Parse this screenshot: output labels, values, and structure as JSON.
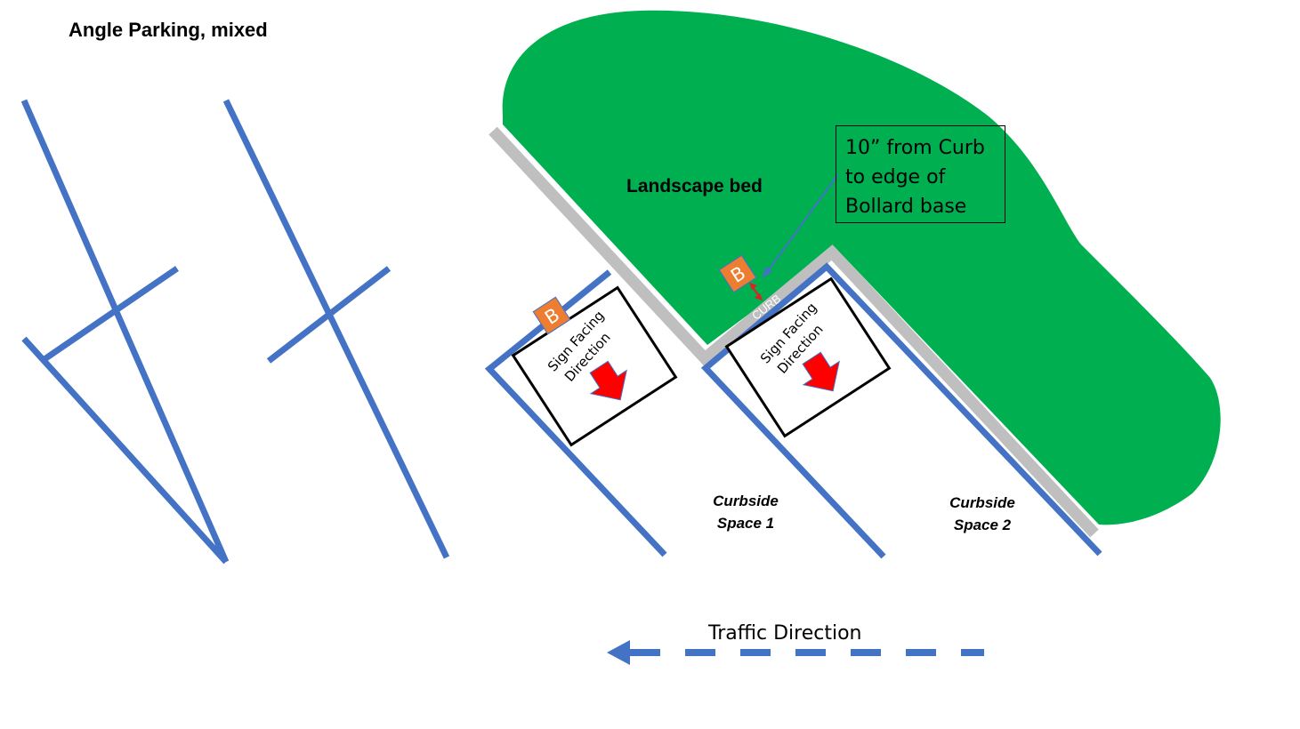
{
  "title": "Angle Parking, mixed",
  "landscape_label": "Landscape bed",
  "callout": {
    "lines": [
      "10” from Curb",
      "to edge of",
      "Bollard base"
    ]
  },
  "curb_label": "CURB",
  "bollard_letter": "B",
  "sign": {
    "line1": "Sign Facing",
    "line2": "Direction"
  },
  "spaces": [
    {
      "line1": "Curbside",
      "line2": "Space 1"
    },
    {
      "line1": "Curbside",
      "line2": "Space 2"
    }
  ],
  "traffic_label": "Traffic Direction",
  "colors": {
    "line": "#4472C4",
    "landscape": "#00B050",
    "curb": "#BFBFBF",
    "bollard": "#ED7D31",
    "arrow": "#FF0000",
    "measure": "#E02020"
  }
}
